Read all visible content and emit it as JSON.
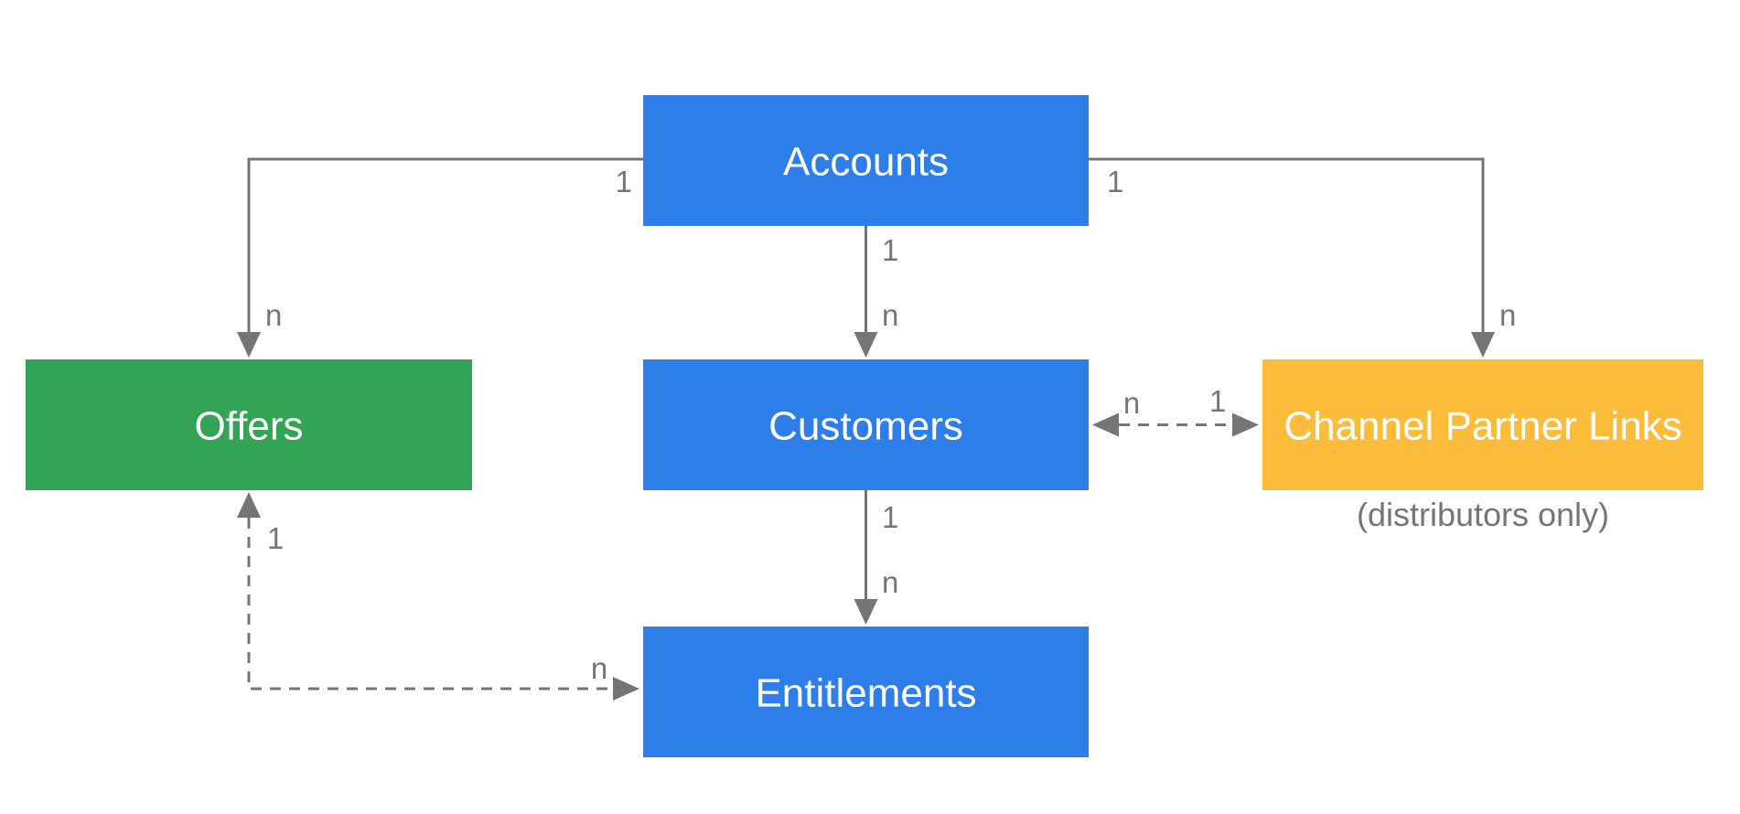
{
  "diagram": {
    "type": "entity-relationship",
    "colors": {
      "background": "#ffffff",
      "line_color": "#757575",
      "label_color": "#757575",
      "node_text_color": "#ffffff"
    },
    "nodes": {
      "accounts": {
        "label": "Accounts",
        "color": "#2D7EE9"
      },
      "offers": {
        "label": "Offers",
        "color": "#33A355"
      },
      "customers": {
        "label": "Customers",
        "color": "#2D7EE9"
      },
      "channel_partner_links": {
        "label": "Channel Partner Links",
        "color": "#FBBC3C",
        "caption": "(distributors only)"
      },
      "entitlements": {
        "label": "Entitlements",
        "color": "#2D7EE9"
      }
    },
    "edges": {
      "accounts_offers": {
        "from": "accounts",
        "to": "offers",
        "style": "solid",
        "bidirectional": false,
        "from_label": "1",
        "to_label": "n"
      },
      "accounts_customers": {
        "from": "accounts",
        "to": "customers",
        "style": "solid",
        "bidirectional": false,
        "from_label": "1",
        "to_label": "n"
      },
      "accounts_channel_partner_links": {
        "from": "accounts",
        "to": "channel_partner_links",
        "style": "solid",
        "bidirectional": false,
        "from_label": "1",
        "to_label": "n"
      },
      "customers_channel_partner_links": {
        "from": "customers",
        "to": "channel_partner_links",
        "style": "dashed",
        "bidirectional": true,
        "from_label": "n",
        "to_label": "1"
      },
      "customers_entitlements": {
        "from": "customers",
        "to": "entitlements",
        "style": "solid",
        "bidirectional": false,
        "from_label": "1",
        "to_label": "n"
      },
      "offers_entitlements": {
        "from": "offers",
        "to": "entitlements",
        "style": "dashed",
        "bidirectional": true,
        "from_label": "1",
        "to_label": "n"
      }
    }
  }
}
